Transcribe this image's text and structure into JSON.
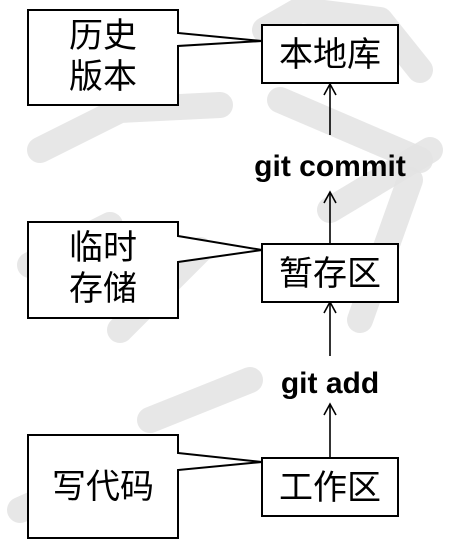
{
  "stages": {
    "repository": "本地库",
    "staging": "暂存区",
    "workspace": "工作区"
  },
  "notes": {
    "history_line1": "历史",
    "history_line2": "版本",
    "temp_line1": "临时",
    "temp_line2": "存储",
    "write_code": "写代码"
  },
  "commands": {
    "commit": "git commit",
    "add": "git add"
  }
}
